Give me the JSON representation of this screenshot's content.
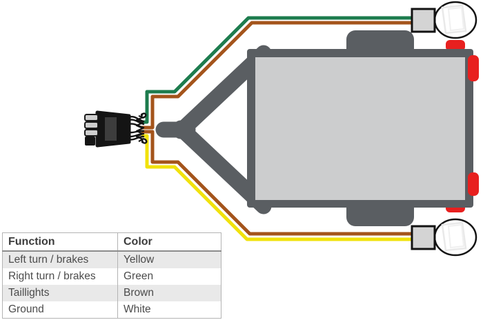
{
  "legend_table": {
    "headers": [
      "Function",
      "Color"
    ],
    "rows": [
      {
        "function": "Left turn / brakes",
        "color": "Yellow"
      },
      {
        "function": "Right turn / brakes",
        "color": "Green"
      },
      {
        "function": "Taillights",
        "color": "Brown"
      },
      {
        "function": "Ground",
        "color": "White"
      }
    ]
  },
  "colors": {
    "green_wire": "#1d7c4e",
    "brown_wire": "#a4541b",
    "yellow_wire": "#f1e20c",
    "white_wire": "#ffffff",
    "red_marker": "#e8201f",
    "frame_gray": "#5a5e62",
    "bed_gray": "#cccdce",
    "bulb_base_gray": "#d4d4d4"
  }
}
